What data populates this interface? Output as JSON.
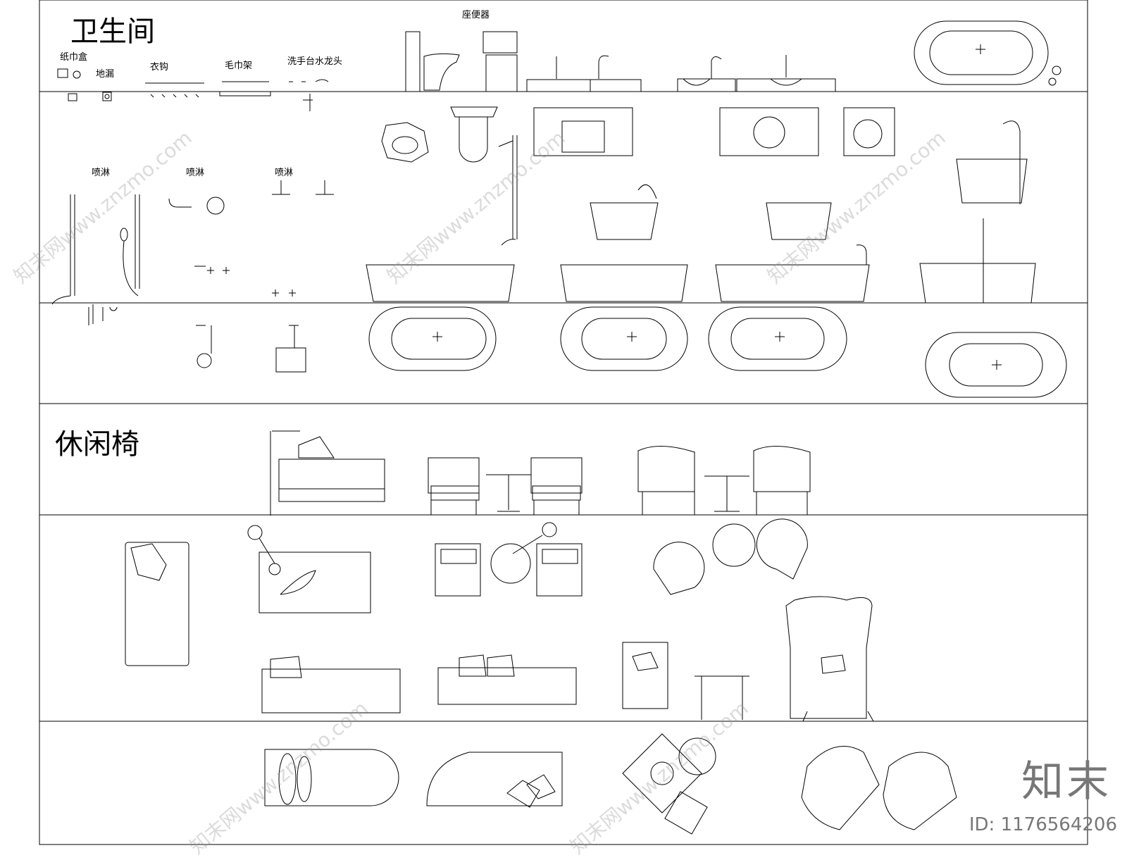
{
  "sections": {
    "bathroom_title": "卫生间",
    "leisure_chair_title": "休闲椅"
  },
  "labels": {
    "toilet": "座便器",
    "tissue_box": "纸巾盒",
    "floor_drain": "地漏",
    "coat_hook": "衣钩",
    "towel_rack": "毛巾架",
    "basin_faucet": "洗手台水龙头",
    "shower_1": "喷淋",
    "shower_2": "喷淋",
    "shower_3": "喷淋"
  },
  "watermark": {
    "text": "知末网www.znzmo.com",
    "brand": "知末",
    "image_id": "ID: 1176564206"
  },
  "colors": {
    "line": "#000000",
    "watermark": "#9a9a9a"
  }
}
